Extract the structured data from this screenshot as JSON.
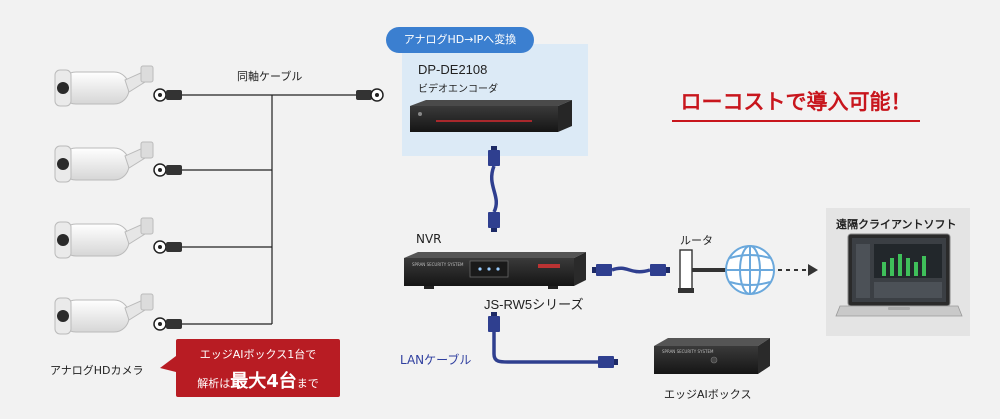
{
  "encoder": {
    "tag": "アナログHD→IPへ変換",
    "model": "DP-DE2108",
    "name": "ビデオエンコーダ"
  },
  "cable": {
    "coaxial": "同軸ケーブル",
    "lan": "LANケーブル"
  },
  "cameras": {
    "label": "アナログHDカメラ",
    "count": 4
  },
  "nvr": {
    "label": "NVR",
    "series": "JS-RW5シリーズ",
    "panel_text": "SPRAN SECURITY SYSTEM"
  },
  "router": {
    "label": "ルータ"
  },
  "client": {
    "label": "遠隔クライアントソフト"
  },
  "edge_ai": {
    "label": "エッジAIボックス",
    "panel_text": "SPRAN SECURITY SYSTEM"
  },
  "slogan": "ローコストで導入可能！",
  "callout": {
    "line1": "エッジAIボックス1台で",
    "line2_prefix": "解析は",
    "line2_emphasis": "最大4台",
    "line2_suffix": "まで"
  },
  "colors": {
    "accent_red": "#c8161d",
    "lan_blue": "#2f3f8f",
    "tag_blue": "#3b7fd0",
    "globe_blue": "#6aa8dc"
  }
}
